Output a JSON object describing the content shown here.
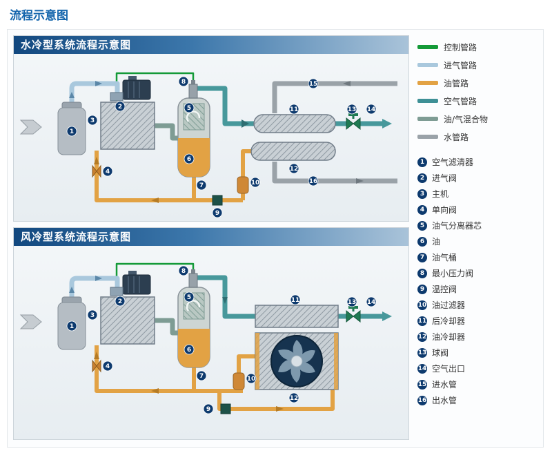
{
  "page": {
    "title": "流程示意图"
  },
  "panels": {
    "water": {
      "title": "水冷型系统流程示意图"
    },
    "air": {
      "title": "风冷型系统流程示意图"
    }
  },
  "legend": {
    "lines": [
      {
        "label": "控制管路",
        "color": "#149a38"
      },
      {
        "label": "进气管路",
        "color": "#a9c8dd"
      },
      {
        "label": "油管路",
        "color": "#e2a244"
      },
      {
        "label": "空气管路",
        "color": "#3e9096"
      },
      {
        "label": "油/气混合物",
        "color": "#7e9c94"
      },
      {
        "label": "水管路",
        "color": "#9aa2a8"
      }
    ],
    "items": [
      {
        "num": "1",
        "label": "空气滤清器"
      },
      {
        "num": "2",
        "label": "进气阀"
      },
      {
        "num": "3",
        "label": "主机"
      },
      {
        "num": "4",
        "label": "单向阀"
      },
      {
        "num": "5",
        "label": "油气分离器芯"
      },
      {
        "num": "6",
        "label": "油"
      },
      {
        "num": "7",
        "label": "油气桶"
      },
      {
        "num": "8",
        "label": "最小压力阀"
      },
      {
        "num": "9",
        "label": "温控阀"
      },
      {
        "num": "10",
        "label": "油过滤器"
      },
      {
        "num": "11",
        "label": "后冷却器"
      },
      {
        "num": "12",
        "label": "油冷却器"
      },
      {
        "num": "13",
        "label": "球阀"
      },
      {
        "num": "14",
        "label": "空气出口"
      },
      {
        "num": "15",
        "label": "进水管"
      },
      {
        "num": "16",
        "label": "出水管"
      }
    ]
  },
  "colors": {
    "title_blue": "#1566ad",
    "badge_navy": "#0d3a6e",
    "banner_blue": "#12487f"
  }
}
